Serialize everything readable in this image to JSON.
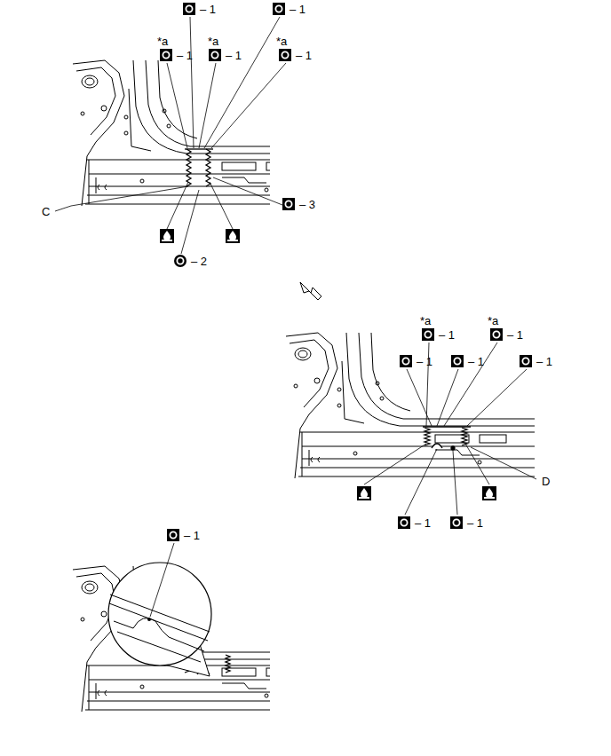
{
  "diagram": {
    "labels": [
      "– 1",
      "– 1",
      "*a",
      "– 1",
      "*a",
      "– 1",
      "*a",
      "– 1",
      "– 3",
      "C",
      "– 2",
      "*a",
      "– 1",
      "*a",
      "– 1",
      "– 1",
      "– 1",
      "– 1",
      "– 1",
      "– 1",
      "D",
      "– 1"
    ]
  }
}
